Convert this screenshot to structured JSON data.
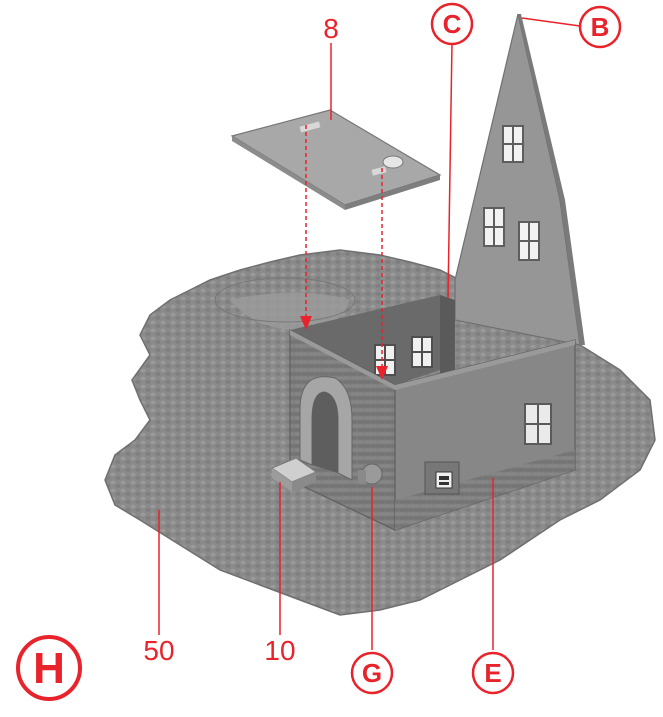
{
  "labels": {
    "part_8": "8",
    "part_10": "10",
    "part_50": "50",
    "part_B": "B",
    "part_C": "C",
    "part_E": "E",
    "part_G": "G",
    "step_H": "H"
  },
  "colors": {
    "accent": "#e8232b",
    "model_grey": "#8c8c8c",
    "model_dark": "#6e6e6e",
    "model_light": "#a4a4a4"
  }
}
